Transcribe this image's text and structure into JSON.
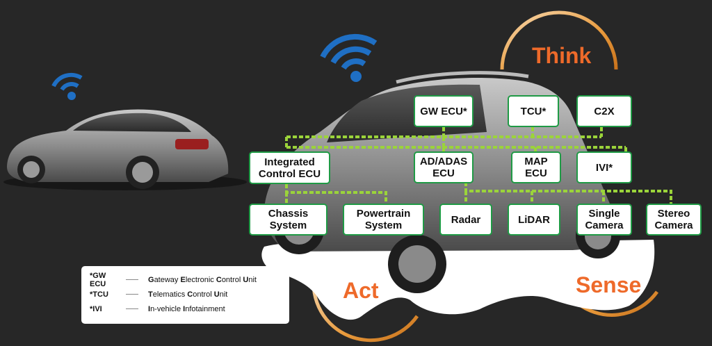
{
  "cycle_labels": {
    "think": "Think",
    "act": "Act",
    "sense": "Sense"
  },
  "components": {
    "gw_ecu": "GW ECU*",
    "tcu": "TCU*",
    "c2x": "C2X",
    "integrated_control_ecu": "Integrated\nControl ECU",
    "ad_adas_ecu": "AD/ADAS\nECU",
    "map_ecu": "MAP\nECU",
    "ivi": "IVI*",
    "chassis_system": "Chassis\nSystem",
    "powertrain_system": "Powertrain\nSystem",
    "radar": "Radar",
    "lidar": "LiDAR",
    "single_camera": "Single\nCamera",
    "stereo_camera": "Stereo\nCamera"
  },
  "legend": [
    {
      "abbr": "*GW ECU",
      "full_initial_1": "G",
      "full_rest_1": "ateway ",
      "full_initial_2": "E",
      "full_rest_2": "lectronic ",
      "full_initial_3": "C",
      "full_rest_3": "ontrol ",
      "full_initial_4": "U",
      "full_rest_4": "nit"
    },
    {
      "abbr": "*TCU",
      "full_initial_1": "T",
      "full_rest_1": "elematics ",
      "full_initial_2": "C",
      "full_rest_2": "ontrol ",
      "full_initial_3": "U",
      "full_rest_3": "nit",
      "full_initial_4": "",
      "full_rest_4": ""
    },
    {
      "abbr": "*IVI",
      "full_initial_1": "I",
      "full_rest_1": "n-vehicle ",
      "full_initial_2": "I",
      "full_rest_2": "nfotainment",
      "full_initial_3": "",
      "full_rest_3": "",
      "full_initial_4": "",
      "full_rest_4": ""
    }
  ],
  "colors": {
    "background": "#272727",
    "box_border": "#1f9a45",
    "bus_line": "#9bd43a",
    "accent_orange": "#ee6a2a",
    "wifi_blue": "#1f6fc4"
  },
  "icons": [
    "wifi-icon",
    "wifi-icon",
    "sedan-illustration",
    "suv-illustration"
  ]
}
